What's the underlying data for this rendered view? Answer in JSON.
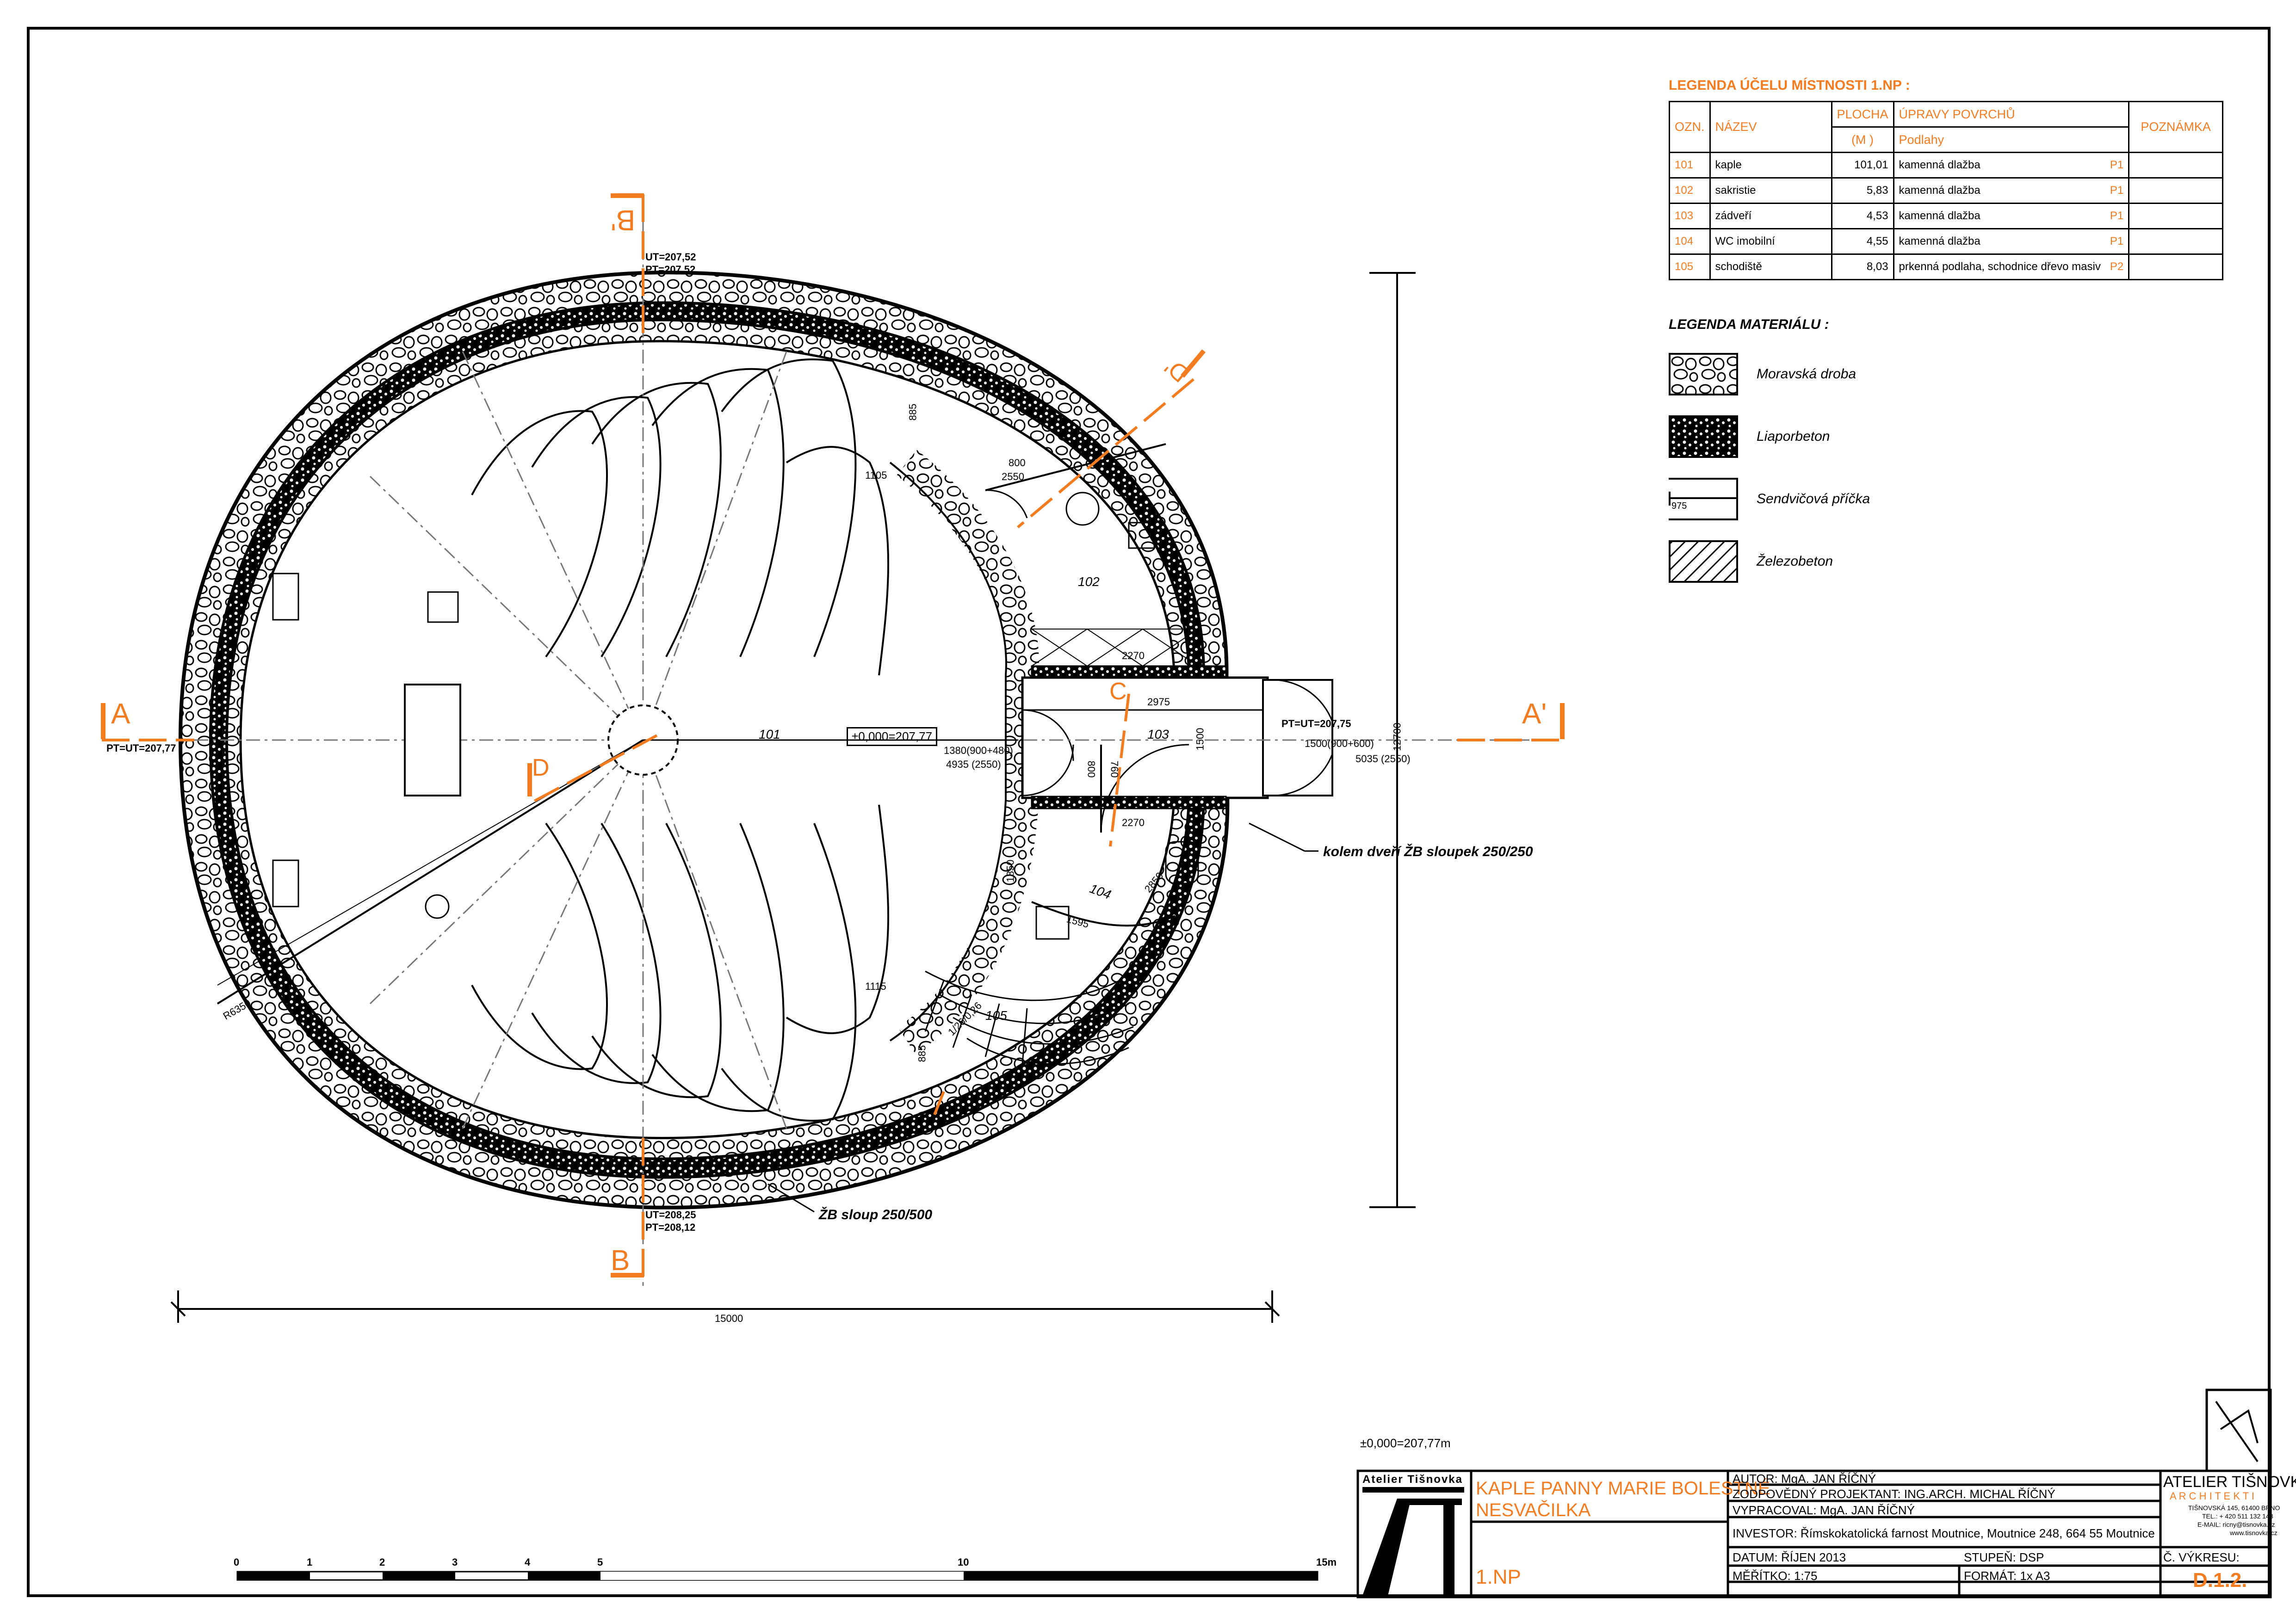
{
  "plan": {
    "room_101": "101",
    "room_102": "102",
    "room_103": "103",
    "room_104": "104",
    "room_105": "105",
    "level_zero": "±0,000=207,77",
    "door_main": "1380(900+480)",
    "door_main_2": "4935 (2550)",
    "door_east": "1500(900+600)",
    "door_east_2": "5035 (2550)",
    "pt_east": "PT=UT=207,75",
    "pt_west": "PT=UT=207,77",
    "ut_north": "UT=207,52",
    "pt_north": "PT=207,52",
    "ut_south": "UT=208,25",
    "pt_south": "PT=208,12",
    "note_column": "kolem dveří ŽB sloupek 250/250",
    "note_pillar": "ŽB sloup 250/500",
    "radius": "R6350",
    "dim_total_width": "15000",
    "dim_total_height": "12700",
    "dims": [
      "1105",
      "800",
      "2550",
      "885",
      "2270",
      "2975",
      "1500",
      "2270",
      "760",
      "800",
      "1850",
      "2850",
      "1595",
      "1115",
      "885",
      "1/26/0,26"
    ],
    "section_a": "A",
    "section_a2": "A'",
    "section_b": "B",
    "section_b2": "B'",
    "section_c": "C",
    "section_d": "D",
    "section_d2": "D'",
    "datum_note": "±0,000=207,77m"
  },
  "scale_bar": {
    "ticks": [
      "0",
      "1",
      "2",
      "3",
      "4",
      "5",
      "10",
      "15m"
    ]
  },
  "legend_rooms": {
    "title": "LEGENDA ÚČELU MÍSTNOSTI 1.NP :",
    "headers": {
      "ozn": "OZN.",
      "nazev": "NÁZEV",
      "plocha": "PLOCHA",
      "unit": "(M )",
      "upravy": "ÚPRAVY POVRCHŮ",
      "podlahy": "Podlahy",
      "poznamka": "POZNÁMKA"
    },
    "rows": [
      {
        "ozn": "101",
        "nazev": "kaple",
        "plocha": "101,01",
        "podlaha": "kamenná dlažba",
        "kod": "P1"
      },
      {
        "ozn": "102",
        "nazev": "sakristie",
        "plocha": "5,83",
        "podlaha": "kamenná dlažba",
        "kod": "P1"
      },
      {
        "ozn": "103",
        "nazev": "zádveří",
        "plocha": "4,53",
        "podlaha": "kamenná dlažba",
        "kod": "P1"
      },
      {
        "ozn": "104",
        "nazev": "WC imobilní",
        "plocha": "4,55",
        "podlaha": "kamenná dlažba",
        "kod": "P1"
      },
      {
        "ozn": "105",
        "nazev": "schodiště",
        "plocha": "8,03",
        "podlaha": "prkenná podlaha, schodnice dřevo masiv",
        "kod": "P2"
      }
    ]
  },
  "legend_materials": {
    "title": "LEGENDA MATERIÁLU :",
    "items": [
      {
        "label": "Moravská droba"
      },
      {
        "label": "Liaporbeton"
      },
      {
        "label": "Sendvičová příčka",
        "code": "975"
      },
      {
        "label": "Železobeton"
      }
    ]
  },
  "title_block": {
    "studio_small": "Atelier Tišnovka",
    "project_line1": "KAPLE PANNY MARIE BOLESTNÉ",
    "project_line2": "NESVAČILKA",
    "drawing": "1.NP",
    "autor": "AUTOR:  MgA. JAN ŘÍČNÝ",
    "zodpovedny": "ZODPOVĚDNÝ PROJEKTANT:  ING.ARCH. MICHAL ŘÍČNÝ",
    "vypracoval": "VYPRACOVAL:  MgA. JAN ŘÍČNÝ",
    "investor": "INVESTOR:   Římskokatolická farnost Moutnice, Moutnice 248, 664 55 Moutnice",
    "datum": "DATUM:  ŘÍJEN 2013",
    "stupen": "STUPEŇ:  DSP",
    "meritko": "MĚŘÍTKO:  1:75",
    "format": "FORMÁT:  1x A3",
    "studio_big": "ATELIER TIŠNOVKA",
    "studio_sub": "A R C H I T E K T I",
    "address1": "TIŠNOVSKÁ 145, 61400 BRNO",
    "address2": "TEL.: + 420 511 132 148",
    "address3": "E-MAIL: ricny@tisnovka.cz",
    "address4": "www.tisnovka.cz",
    "cislo_label": "Č. VÝKRESU:",
    "cislo": "D.1.2."
  },
  "colors": {
    "accent": "#f47c20",
    "line": "#000000"
  }
}
